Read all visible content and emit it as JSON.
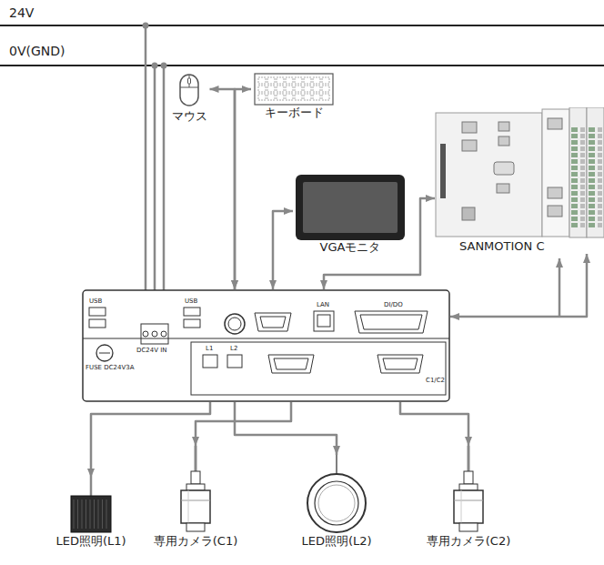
{
  "diagram": {
    "nodes": [
      {
        "text": [
          "マウス"
        ]
      },
      {
        "text": [
          "キーボード"
        ]
      },
      {
        "text": [
          "VGAモニタ"
        ]
      },
      {
        "text": [
          "SANMOTION C"
        ]
      },
      {
        "text": [
          "USB",
          "USB",
          "FUSE DC24V3A",
          "DC24V IN",
          "L1",
          "L2",
          "LAN",
          "DI/DO",
          "C1/C2"
        ]
      },
      {
        "text": [
          "LED照明(L1)"
        ]
      },
      {
        "text": [
          "専用カメラ(C1)"
        ]
      },
      {
        "text": [
          "LED照明(L2)"
        ]
      },
      {
        "text": [
          "専用カメラ(C2)"
        ]
      }
    ],
    "edges": [
      {
        "from": 4,
        "to": 0,
        "arrow": "both"
      },
      {
        "from": 4,
        "to": 1,
        "arrow": "both"
      },
      {
        "from": 4,
        "to": 2,
        "arrow": "both"
      },
      {
        "from": 4,
        "to": 3,
        "arrow": "both"
      },
      {
        "from": 4,
        "to": 3,
        "arrow": "both"
      },
      {
        "from": 4,
        "to": 5,
        "arrow": "to"
      },
      {
        "from": 4,
        "to": 6,
        "arrow": "to"
      },
      {
        "from": 4,
        "to": 7,
        "arrow": "to"
      },
      {
        "from": 4,
        "to": 8,
        "arrow": "to"
      }
    ],
    "labels": [
      "24V",
      "0V(GND)"
    ]
  }
}
